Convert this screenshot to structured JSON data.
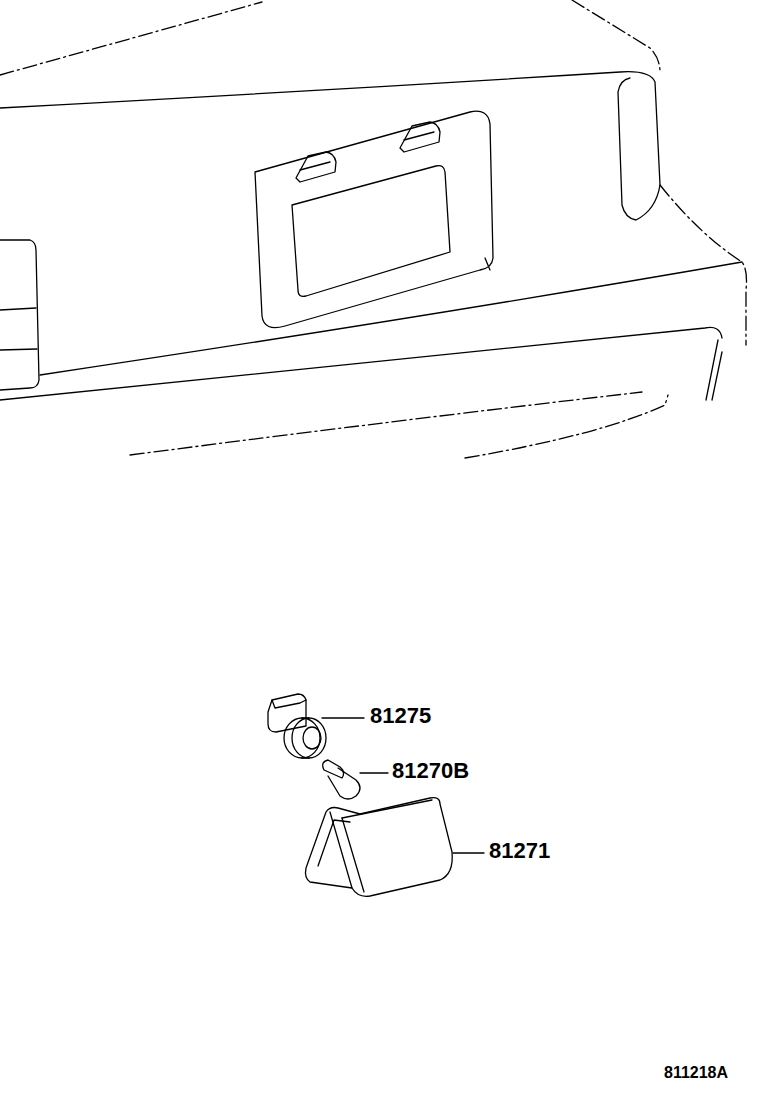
{
  "diagram": {
    "labels": [
      "81275",
      "81270B",
      "81271",
      "811218A"
    ]
  }
}
